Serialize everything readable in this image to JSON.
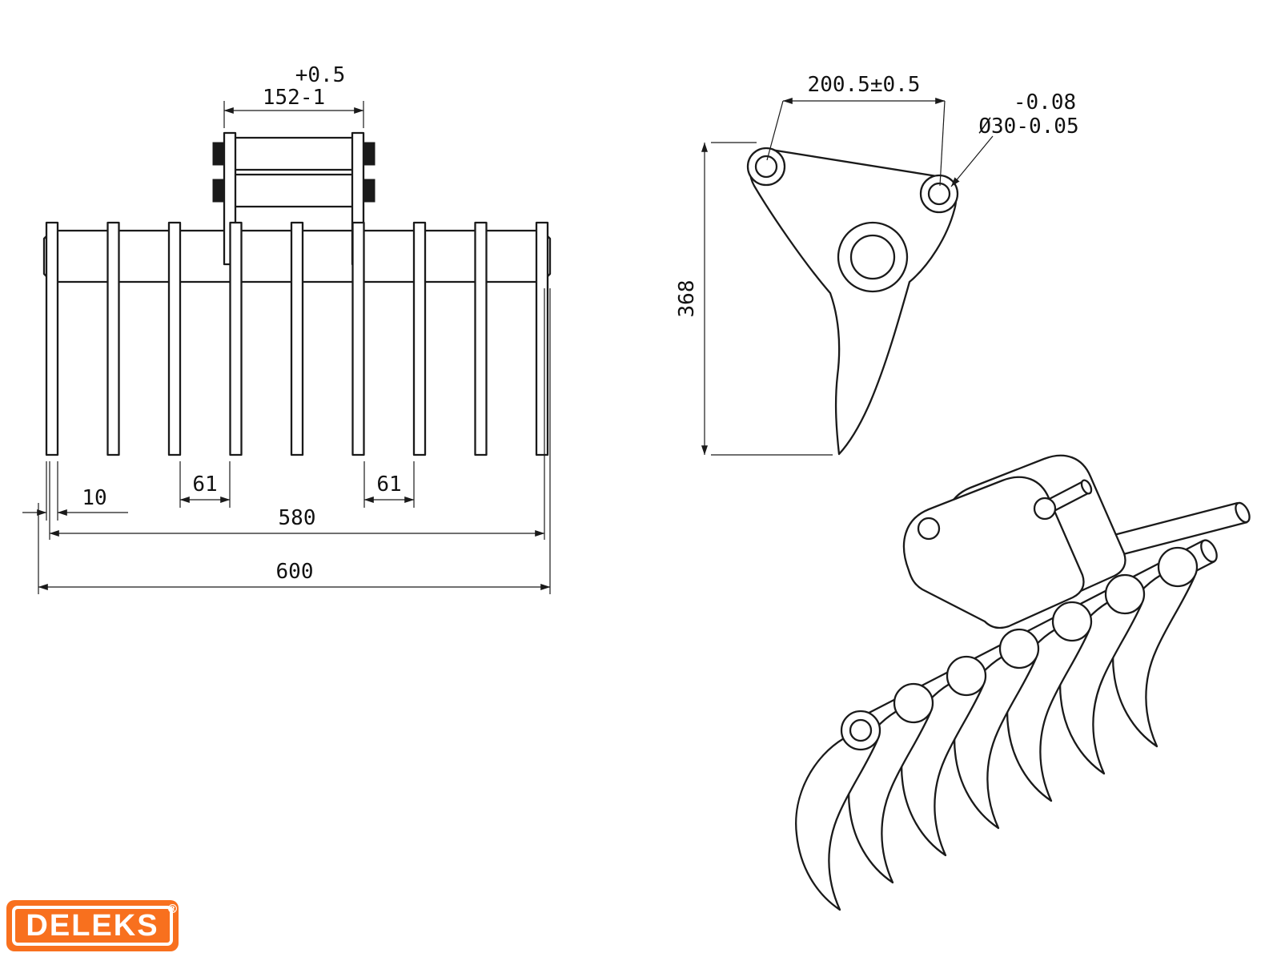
{
  "document": {
    "type": "technical-drawing",
    "subject": "excavator-rake-attachment",
    "background": "#ffffff",
    "line_color": "#1a1a1a"
  },
  "front_view": {
    "dim_mount_tolerance": "+0.5",
    "dim_mount": "152-1",
    "dim_tine_width": "10",
    "dim_spacing_left": "61",
    "dim_spacing_right": "61",
    "dim_inner": "580",
    "dim_overall": "600"
  },
  "side_view": {
    "dim_hole_spacing": "200.5±0.5",
    "dim_dia_tol_upper": "-0.08",
    "dim_dia": "Ø30-0.05",
    "dim_height": "368"
  },
  "iso_view": {
    "description": "isometric-view-of-rake"
  },
  "logo": {
    "text": "DELEKS",
    "registered": "®",
    "bg_color": "#f8701e",
    "text_color": "#ffffff"
  }
}
